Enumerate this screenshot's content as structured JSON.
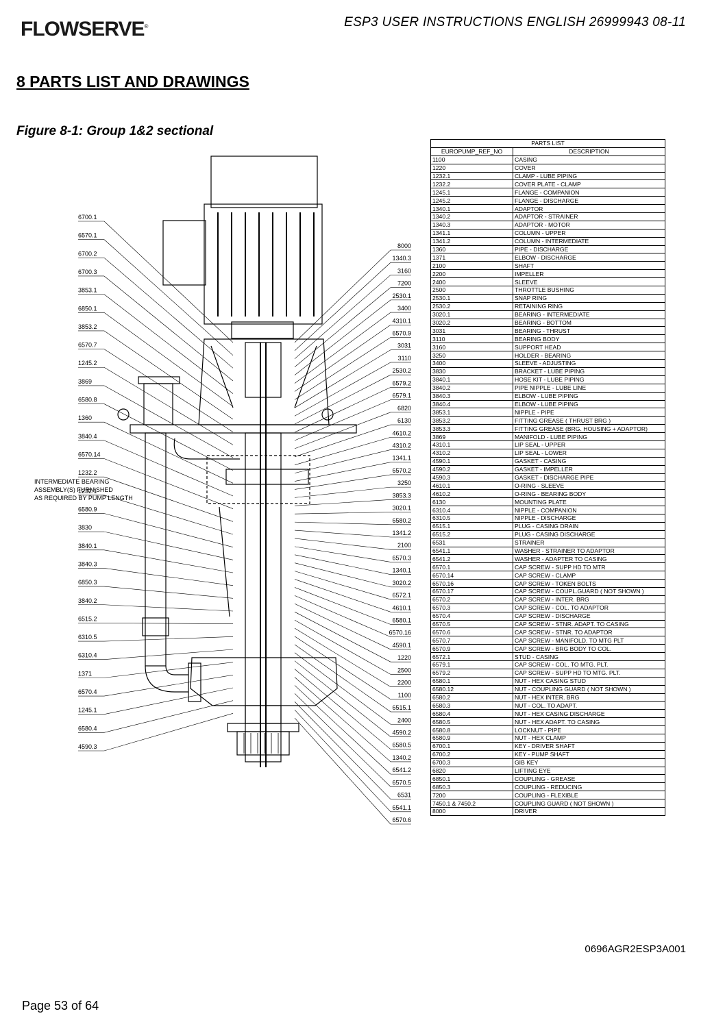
{
  "header": {
    "logo": "FLOWSERVE",
    "doc_ref": "ESP3 USER INSTRUCTIONS  ENGLISH  26999943  08-11"
  },
  "section_title": "8  PARTS LIST AND DRAWINGS",
  "figure_caption": "Figure 8-1: Group 1&2 sectional",
  "drawing": {
    "left_callouts": [
      "6700.1",
      "6570.1",
      "6700.2",
      "6700.3",
      "3853.1",
      "6850.1",
      "3853.2",
      "6570.7",
      "1245.2",
      "3869",
      "6580.8",
      "1360",
      "3840.4",
      "6570.14",
      "1232.2",
      "1232.1",
      "6580.9",
      "3830",
      "3840.1",
      "3840.3",
      "6850.3",
      "3840.2",
      "6515.2",
      "6310.5",
      "6310.4",
      "1371",
      "6570.4",
      "1245.1",
      "6580.4",
      "4590.3"
    ],
    "right_callouts": [
      "8000",
      "1340.3",
      "3160",
      "7200",
      "2530.1",
      "3400",
      "4310.1",
      "6570.9",
      "3031",
      "3110",
      "2530.2",
      "6579.2",
      "6579.1",
      "6820",
      "6130",
      "4610.2",
      "4310.2",
      "1341.1",
      "6570.2",
      "3250",
      "3853.3",
      "3020.1",
      "6580.2",
      "1341.2",
      "2100",
      "6570.3",
      "1340.1",
      "3020.2",
      "6572.1",
      "4610.1",
      "6580.1",
      "6570.16",
      "4590.1",
      "1220",
      "2500",
      "2200",
      "1100",
      "6515.1",
      "2400",
      "4590.2",
      "6580.5",
      "1340.2",
      "6541.2",
      "6570.5",
      "6531",
      "6541.1",
      "6570.6"
    ],
    "note": "INTERMEDIATE BEARING\nASSEMBLY(S) FURNISHED\nAS REQUIRED BY PUMP LENGTH"
  },
  "parts_list": {
    "title": "PARTS LIST",
    "col_ref": "EUROPUMP_REF_NO",
    "col_desc": "DESCRIPTION",
    "rows": [
      [
        "1100",
        "CASING"
      ],
      [
        "1220",
        "COVER"
      ],
      [
        "1232.1",
        "CLAMP - LUBE PIPING"
      ],
      [
        "1232.2",
        "COVER PLATE - CLAMP"
      ],
      [
        "1245.1",
        "FLANGE - COMPANION"
      ],
      [
        "1245.2",
        "FLANGE - DISCHARGE"
      ],
      [
        "1340.1",
        "ADAPTOR"
      ],
      [
        "1340.2",
        "ADAPTOR - STRAINER"
      ],
      [
        "1340.3",
        "ADAPTOR - MOTOR"
      ],
      [
        "1341.1",
        "COLUMN - UPPER"
      ],
      [
        "1341.2",
        "COLUMN - INTERMEDIATE"
      ],
      [
        "1360",
        "PIPE - DISCHARGE"
      ],
      [
        "1371",
        "ELBOW - DISCHARGE"
      ],
      [
        "2100",
        "SHAFT"
      ],
      [
        "2200",
        "IMPELLER"
      ],
      [
        "2400",
        "SLEEVE"
      ],
      [
        "2500",
        "THROTTLE BUSHING"
      ],
      [
        "2530.1",
        "SNAP RING"
      ],
      [
        "2530.2",
        "RETAINING RING"
      ],
      [
        "3020.1",
        "BEARING - INTERMEDIATE"
      ],
      [
        "3020.2",
        "BEARING - BOTTOM"
      ],
      [
        "3031",
        "BEARING - THRUST"
      ],
      [
        "3110",
        "BEARING BODY"
      ],
      [
        "3160",
        "SUPPORT HEAD"
      ],
      [
        "3250",
        "HOLDER - BEARING"
      ],
      [
        "3400",
        "SLEEVE - ADJUSTING"
      ],
      [
        "3830",
        "BRACKET - LUBE PIPING"
      ],
      [
        "3840.1",
        "HOSE KIT - LUBE PIPING"
      ],
      [
        "3840.2",
        "PIPE NIPPLE - LUBE LINE"
      ],
      [
        "3840.3",
        "ELBOW - LUBE PIPING"
      ],
      [
        "3840.4",
        "ELBOW - LUBE PIPING"
      ],
      [
        "3853.1",
        "NIPPLE - PIPE"
      ],
      [
        "3853.2",
        "FITTING GREASE ( THRUST BRG )"
      ],
      [
        "3853.3",
        "FITTING GREASE (BRG. HOUSING + ADAPTOR)"
      ],
      [
        "3869",
        "MANIFOLD - LUBE PIPING"
      ],
      [
        "4310.1",
        "LIP SEAL - UPPER"
      ],
      [
        "4310.2",
        "LIP SEAL - LOWER"
      ],
      [
        "4590.1",
        "GASKET - CASING"
      ],
      [
        "4590.2",
        "GASKET - IMPELLER"
      ],
      [
        "4590.3",
        "GASKET - DISCHARGE PIPE"
      ],
      [
        "4610.1",
        "O-RING - SLEEVE"
      ],
      [
        "4610.2",
        "O-RING - BEARING BODY"
      ],
      [
        "6130",
        "MOUNTING PLATE"
      ],
      [
        "6310.4",
        "NIPPLE - COMPANION"
      ],
      [
        "6310.5",
        "NIPPLE - DISCHARGE"
      ],
      [
        "6515.1",
        "PLUG - CASING DRAIN"
      ],
      [
        "6515.2",
        "PLUG - CASING DISCHARGE"
      ],
      [
        "6531",
        "STRAINER"
      ],
      [
        "6541.1",
        "WASHER - STRAINER TO ADAPTOR"
      ],
      [
        "6541.2",
        "WASHER - ADAPTER TO CASING"
      ],
      [
        "6570.1",
        "CAP SCREW - SUPP HD TO MTR"
      ],
      [
        "6570.14",
        "CAP SCREW - CLAMP"
      ],
      [
        "6570.16",
        "CAP SCREW - TOKEN BOLTS"
      ],
      [
        "6570.17",
        "CAP SCREW - COUPL.GUARD ( NOT SHOWN )"
      ],
      [
        "6570.2",
        "CAP SCREW - INTER. BRG"
      ],
      [
        "6570.3",
        "CAP SCREW - COL. TO ADAPTOR"
      ],
      [
        "6570.4",
        "CAP SCREW - DISCHARGE"
      ],
      [
        "6570.5",
        "CAP SCREW - STNR. ADAPT. TO CASING"
      ],
      [
        "6570.6",
        "CAP SCREW - STNR. TO ADAPTOR"
      ],
      [
        "6570.7",
        "CAP SCREW - MANIFOLD. TO MTG PLT"
      ],
      [
        "6570.9",
        "CAP SCREW - BRG BODY TO COL."
      ],
      [
        "6572.1",
        "STUD - CASING"
      ],
      [
        "6579.1",
        "CAP SCREW - COL. TO  MTG. PLT."
      ],
      [
        "6579.2",
        "CAP SCREW - SUPP HD TO  MTG. PLT."
      ],
      [
        "6580.1",
        "NUT - HEX CASING STUD"
      ],
      [
        "6580.12",
        "NUT - COUPLING GUARD ( NOT SHOWN )"
      ],
      [
        "6580.2",
        "NUT - HEX INTER. BRG"
      ],
      [
        "6580.3",
        "NUT - COL. TO ADAPT."
      ],
      [
        "6580.4",
        "NUT - HEX CASING DISCHARGE"
      ],
      [
        "6580.5",
        "NUT - HEX ADAPT. TO CASING"
      ],
      [
        "6580.8",
        "LOCKNUT - PIPE"
      ],
      [
        "6580.9",
        "NUT - HEX CLAMP"
      ],
      [
        "6700.1",
        "KEY - DRIVER SHAFT"
      ],
      [
        "6700.2",
        "KEY - PUMP SHAFT"
      ],
      [
        "6700.3",
        "GIB KEY"
      ],
      [
        "6820",
        "LIFTING EYE"
      ],
      [
        "6850.1",
        "COUPLING - GREASE"
      ],
      [
        "6850.3",
        "COUPLING - REDUCING"
      ],
      [
        "7200",
        "COUPLING - FLEXIBLE"
      ],
      [
        "7450.1 & 7450.2",
        "COUPLING GUARD ( NOT SHOWN )"
      ],
      [
        "8000",
        "DRIVER"
      ]
    ]
  },
  "drawing_number": "0696AGR2ESP3A001",
  "footer": {
    "page": "Page 53 of 64"
  }
}
